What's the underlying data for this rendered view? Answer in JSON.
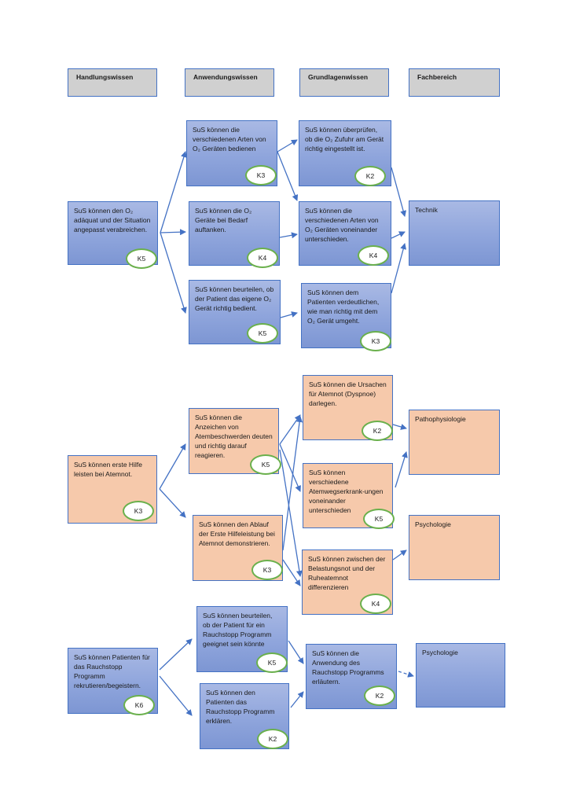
{
  "headers": [
    "Handlungswissen",
    "Anwendungswissen",
    "Grundlagenwissen",
    "Fachbereich"
  ],
  "boxes": [
    {
      "id": "b1",
      "text": "SuS können den O₂ adäquat und der Situation angepasst verabreichen.",
      "badge": "K5"
    },
    {
      "id": "b2",
      "text": "SuS können die verschiedenen Arten von O₂ Geräten bedienen",
      "badge": "K3"
    },
    {
      "id": "b3",
      "text": "SuS können die O₂ Geräte bei Bedarf auftanken.",
      "badge": "K4"
    },
    {
      "id": "b4",
      "text": "SuS können beurteilen, ob der Patient das eigene O₂ Gerät richtig bedient.",
      "badge": "K5"
    },
    {
      "id": "b5",
      "text": "SuS können überprüfen, ob die O₂ Zufuhr am Gerät richtig eingestellt ist.",
      "badge": "K2"
    },
    {
      "id": "b6",
      "text": "SuS können die verschiedenen Arten von O₂ Geräten voneinander unterschieden.",
      "badge": "K4"
    },
    {
      "id": "b7",
      "text": "SuS können dem Patienten verdeutlichen, wie man richtig mit dem O₂ Gerät umgeht.",
      "badge": "K3"
    },
    {
      "id": "b8",
      "text": "Technik",
      "badge": ""
    },
    {
      "id": "b9",
      "text": "SuS können erste Hilfe leisten bei Atemnot.",
      "badge": "K3"
    },
    {
      "id": "b10",
      "text": "SuS können die Anzeichen von Atembeschwerden deuten und richtig darauf reagieren.",
      "badge": "K5"
    },
    {
      "id": "b11",
      "text": "SuS können den Ablauf der Erste Hilfeleistung bei Atemnot demonstrieren.",
      "badge": "K3"
    },
    {
      "id": "b12",
      "text": "SuS können die Ursachen für Atemnot (Dyspnoe) darlegen.",
      "badge": "K2"
    },
    {
      "id": "b13",
      "text": "SuS können verschiedene Atemwegserkrank-ungen voneinander unterschieden",
      "badge": "K5"
    },
    {
      "id": "b14",
      "text": "SuS können zwischen der Belastungsnot und der Ruheatemnot differenzieren",
      "badge": "K4"
    },
    {
      "id": "b15",
      "text": "Pathophysiologie",
      "badge": ""
    },
    {
      "id": "b16",
      "text": "Psychologie",
      "badge": ""
    },
    {
      "id": "b17",
      "text": "SuS können Patienten für das Rauchstopp Programm rekrutieren/begeistern.",
      "badge": "K6"
    },
    {
      "id": "b18",
      "text": "SuS können beurteilen, ob der Patient für ein Rauchstopp Programm geeignet sein könnte",
      "badge": "K5"
    },
    {
      "id": "b19",
      "text": "SuS können den Patienten das Rauchstopp Programm erklären.",
      "badge": "K2"
    },
    {
      "id": "b20",
      "text": "SuS können die Anwendung des Rauchstopp Programms erläutern.",
      "badge": "K2"
    },
    {
      "id": "b21",
      "text": "Psychologie",
      "badge": ""
    }
  ],
  "colors": {
    "blue": "#8fa5dc",
    "orange": "#f6c9ab",
    "arrow": "#4472c4",
    "badge_ring": "#6ab04c",
    "header": "#d0d0d0"
  }
}
